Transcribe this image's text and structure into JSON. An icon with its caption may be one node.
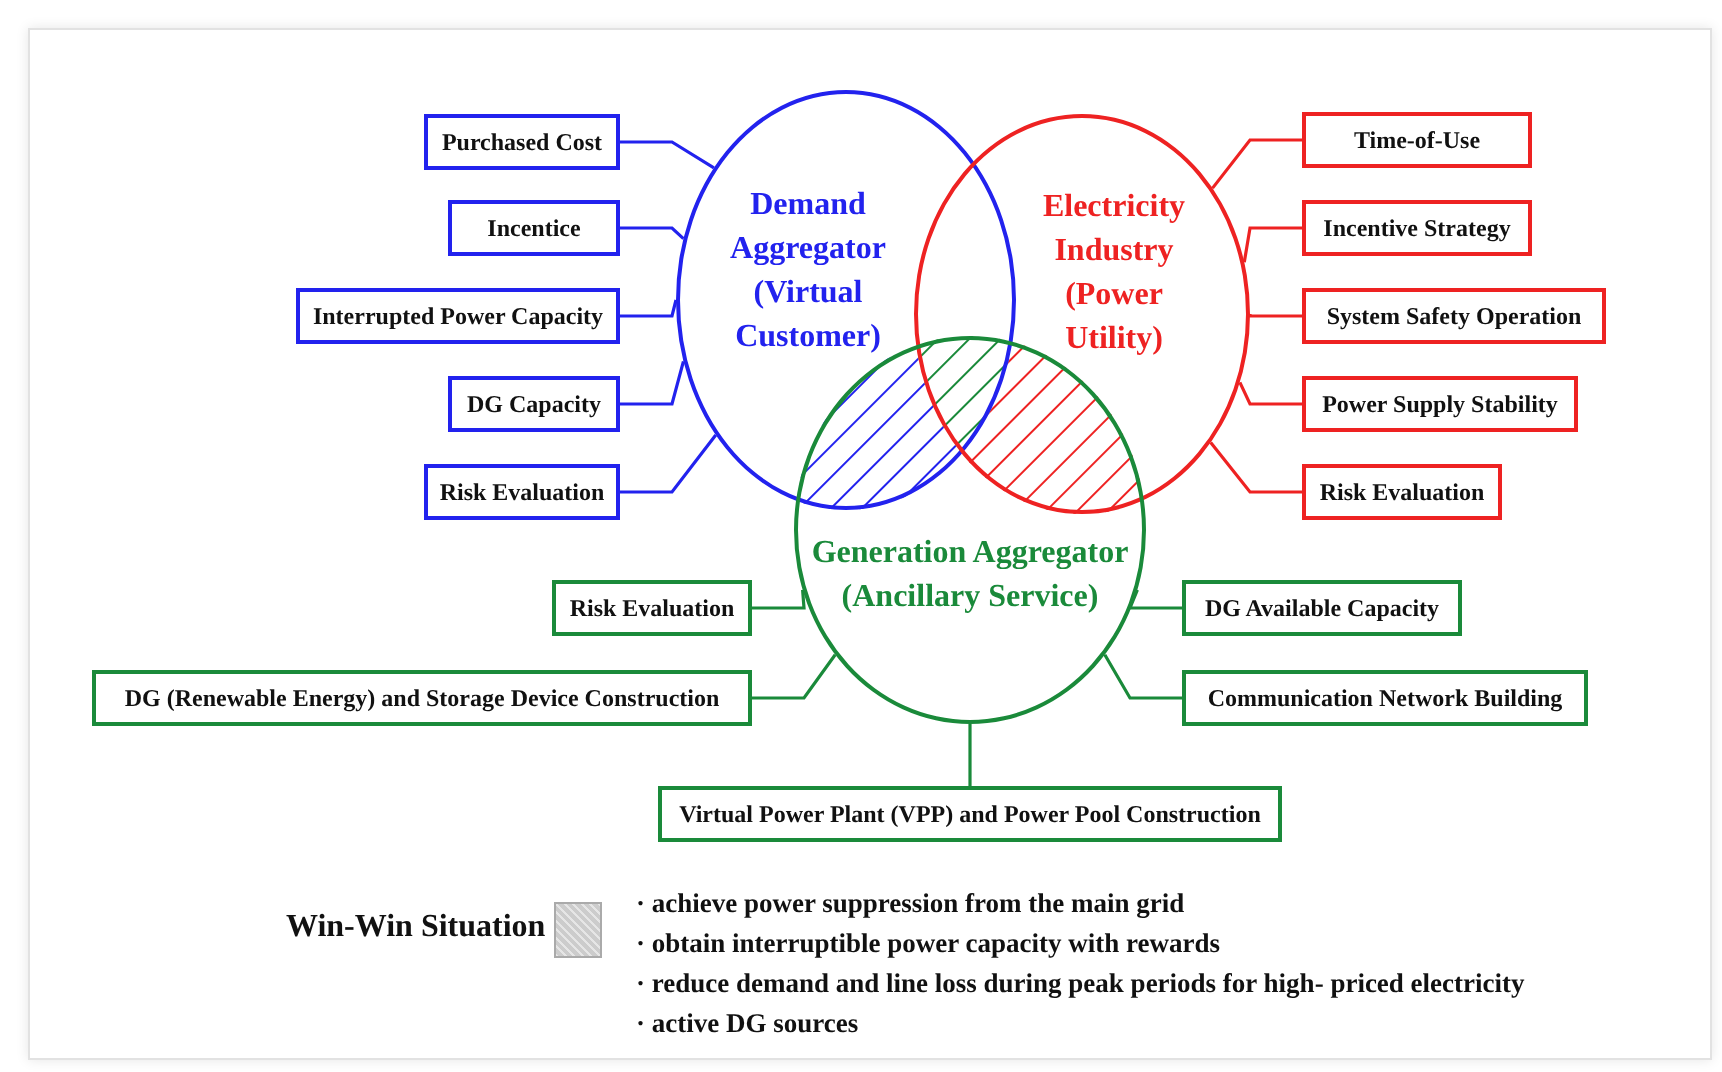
{
  "diagram": {
    "nodes": [
      {
        "text": [
          "Demand Aggregator (Virtual Customer)"
        ]
      },
      {
        "text": [
          "Electricity Industry (Power Utility)"
        ]
      },
      {
        "text": [
          "Purchased Cost"
        ]
      },
      {
        "text": [
          "Incentice"
        ]
      },
      {
        "text": [
          "Interrupted Power Capacity"
        ]
      },
      {
        "text": [
          "DG Capacity"
        ]
      },
      {
        "text": [
          "Risk Evaluation"
        ]
      },
      {
        "text": [
          "Time-of-Use"
        ]
      },
      {
        "text": [
          "Incentive Strategy"
        ]
      },
      {
        "text": [
          "System Safety Operation"
        ]
      },
      {
        "text": [
          "Power Supply Stability"
        ]
      },
      {
        "text": [
          "Risk Evaluation"
        ]
      },
      {
        "text": [
          "Generation Aggregator (Ancillary Service)"
        ]
      },
      {
        "text": [
          "Risk Evaluation"
        ]
      },
      {
        "text": [
          "DG (Renewable Energy) and Storage Device Construction"
        ]
      },
      {
        "text": [
          "DG Available Capacity"
        ]
      },
      {
        "text": [
          "Communication Network Building"
        ]
      },
      {
        "text": [
          "Virtual Power Plant (VPP) and Power Pool Construction"
        ]
      }
    ],
    "edges": [
      {
        "from": 2,
        "to": 0,
        "arrow": "none",
        "color": "#2222ee"
      },
      {
        "from": 3,
        "to": 0,
        "arrow": "none",
        "color": "#2222ee"
      },
      {
        "from": 4,
        "to": 0,
        "arrow": "none",
        "color": "#2222ee"
      },
      {
        "from": 5,
        "to": 0,
        "arrow": "none",
        "color": "#2222ee"
      },
      {
        "from": 6,
        "to": 0,
        "arrow": "none",
        "color": "#2222ee"
      },
      {
        "from": 7,
        "to": 1,
        "arrow": "none",
        "color": "#ee2222"
      },
      {
        "from": 8,
        "to": 1,
        "arrow": "none",
        "color": "#ee2222"
      },
      {
        "from": 9,
        "to": 1,
        "arrow": "none",
        "color": "#ee2222"
      },
      {
        "from": 10,
        "to": 1,
        "arrow": "none",
        "color": "#ee2222"
      },
      {
        "from": 11,
        "to": 1,
        "arrow": "none",
        "color": "#ee2222"
      },
      {
        "from": 13,
        "to": 12,
        "arrow": "none",
        "color": "#1a8a3a"
      },
      {
        "from": 14,
        "to": 12,
        "arrow": "none",
        "color": "#1a8a3a"
      },
      {
        "from": 15,
        "to": 12,
        "arrow": "none",
        "color": "#1a8a3a"
      },
      {
        "from": 16,
        "to": 12,
        "arrow": "none",
        "color": "#1a8a3a"
      },
      {
        "from": 17,
        "to": 12,
        "arrow": "none",
        "color": "#1a8a3a"
      }
    ],
    "labels": [
      "· achieve power suppression from the main grid",
      "· obtain interruptible power capacity with rewards",
      "· reduce demand and line loss during peak periods for high- priced electricity",
      "· active DG sources"
    ],
    "legend": [
      {
        "text": "Win-Win Situation",
        "color": "#cccccc"
      }
    ]
  }
}
